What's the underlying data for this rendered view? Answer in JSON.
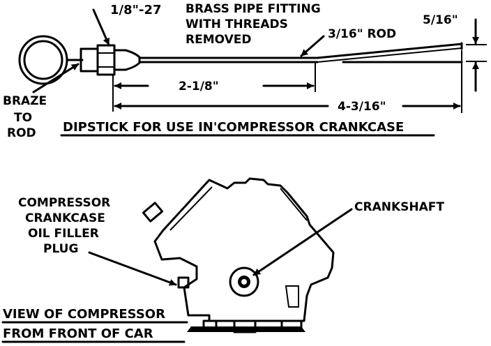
{
  "dipstick": {
    "labels": {
      "thread_size": "1/8\"-27",
      "fitting_line1": "BRASS PIPE FITTING",
      "fitting_line2": "WITH THREADS",
      "fitting_line3": "REMOVED",
      "rod": "3/16\" ROD",
      "tip": "5/16\"",
      "braze_line1": "BRAZE",
      "braze_line2": "TO",
      "braze_line3": "ROD"
    },
    "dimensions": {
      "short": "2-1/8\"",
      "long": "4-3/16\""
    },
    "caption": "DIPSTICK FOR USE IN'COMPRESSOR CRANKCASE"
  },
  "compressor": {
    "labels": {
      "filler_line1": "COMPRESSOR",
      "filler_line2": "CRANKCASE",
      "filler_line3": "OIL FILLER",
      "filler_line4": "PLUG",
      "crankshaft": "CRANKSHAFT"
    },
    "caption_line1": "VIEW OF COMPRESSOR",
    "caption_line2": "FROM FRONT OF CAR"
  }
}
